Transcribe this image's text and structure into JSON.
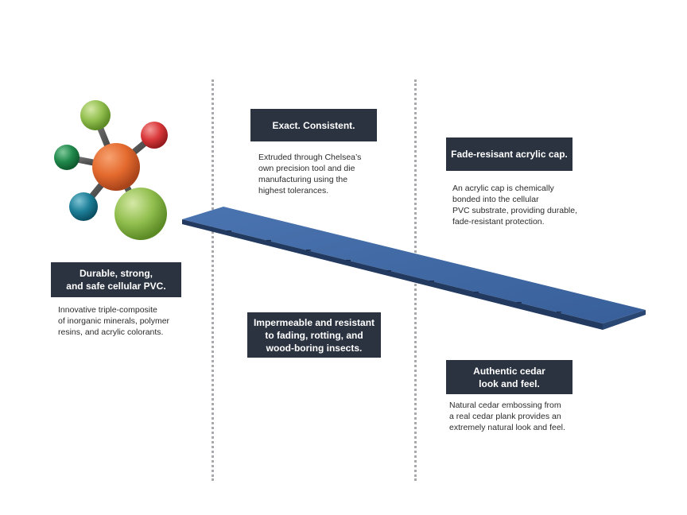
{
  "features": {
    "pvc": {
      "title_lines": [
        "Durable, strong,",
        "and safe cellular PVC."
      ],
      "desc_lines": [
        "Innovative triple-composite",
        "of inorganic minerals, polymer",
        "resins, and acrylic colorants."
      ]
    },
    "exact": {
      "title_lines": [
        "Exact. Consistent."
      ],
      "desc_lines": [
        "Extruded through Chelsea’s",
        "own precision tool and die",
        "manufacturing using the",
        "highest tolerances."
      ]
    },
    "impermeable": {
      "title_lines": [
        "Impermeable and resistant",
        "to fading, rotting, and",
        "wood-boring insects."
      ]
    },
    "acrylic": {
      "title_lines": [
        "Fade-resisant acrylic cap."
      ],
      "desc_lines": [
        "An acrylic cap is chemically",
        "bonded into the cellular",
        "PVC substrate, providing durable,",
        "fade-resistant protection."
      ]
    },
    "cedar": {
      "title_lines": [
        "Authentic cedar",
        "look and feel."
      ],
      "desc_lines": [
        "Natural cedar embossing from",
        "a real cedar plank provides an",
        "extremely natural look and feel."
      ]
    }
  },
  "colors": {
    "label_bg": "#2b3340",
    "plank": "#3e68a4",
    "divider": "#a7a9ac"
  },
  "icons": {
    "molecule": "molecule-icon",
    "plank": "plank-image"
  }
}
